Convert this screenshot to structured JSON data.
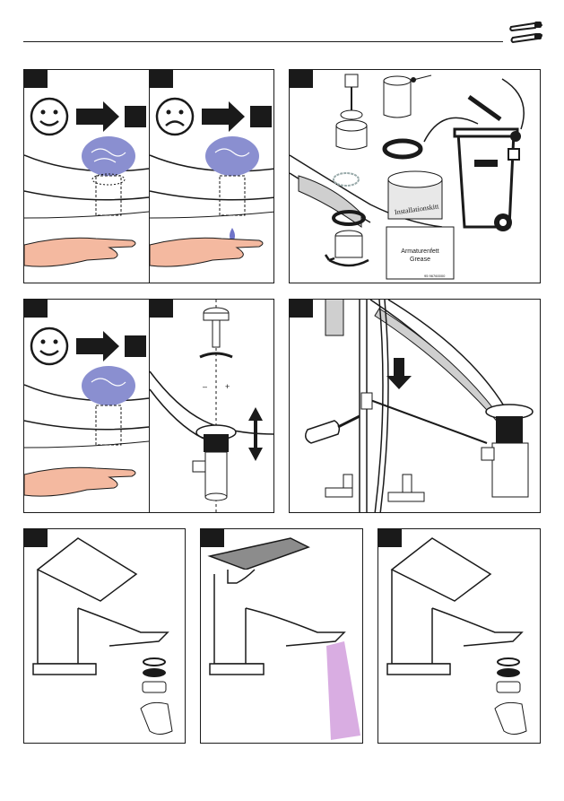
{
  "header": {
    "tools_icon": "wrench-screwdriver-icon"
  },
  "panels": {
    "cleaning_kit_label": "Installationskitt",
    "grease_label_line1": "Armaturenfett",
    "grease_label_line2": "Grease",
    "grease_code": "95 96760000",
    "adjust_minus": "–",
    "adjust_plus": "+"
  },
  "colors": {
    "accent_purple": "#8a8fd0",
    "water_blue": "#6f73c8",
    "spray_pink": "#c98ad6",
    "skin": "#f4b9a0",
    "dark": "#1a1a1a"
  }
}
